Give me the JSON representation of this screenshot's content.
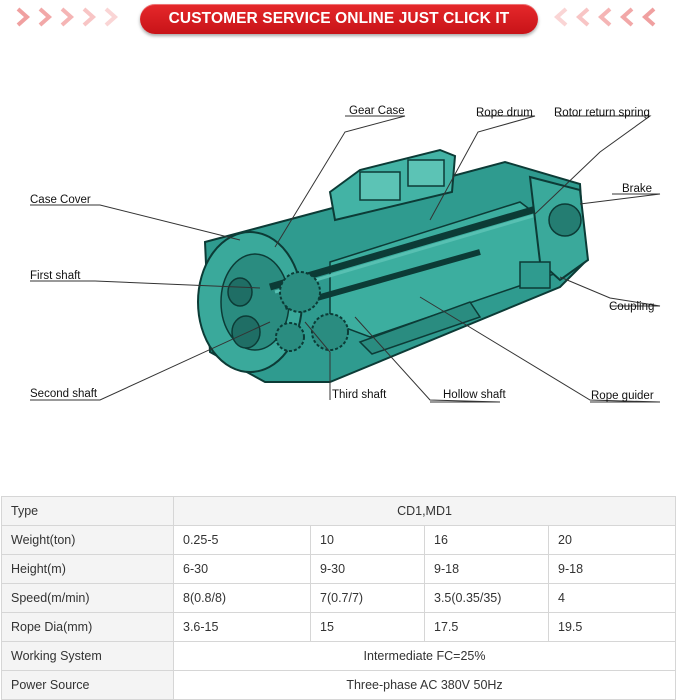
{
  "banner": {
    "cta_label": "CUSTOMER SERVICE ONLINE JUST CLICK IT",
    "chevron_color": "#f2a3a3",
    "button_color": "#d61d22"
  },
  "diagram": {
    "labels": {
      "gear_case": "Gear Case",
      "rope_drum": "Rope drum",
      "rotor_return_spring": "Rotor return spring",
      "brake": "Brake",
      "case_cover": "Case Cover",
      "first_shaft": "First shaft",
      "coupling": "Coupling",
      "second_shaft": "Second shaft",
      "third_shaft": "Third shaft",
      "hollow_shaft": "Hollow shaft",
      "rope_guider": "Rope guider"
    },
    "body_color": "#34a89a"
  },
  "spec_table": {
    "rows": [
      {
        "label": "Type",
        "span": "CD1,MD1"
      },
      {
        "label": "Weight(ton)",
        "cells": [
          "0.25-5",
          "10",
          "16",
          "20"
        ]
      },
      {
        "label": "Height(m)",
        "cells": [
          "6-30",
          "9-30",
          "9-18",
          "9-18"
        ]
      },
      {
        "label": "Speed(m/min)",
        "cells": [
          "8(0.8/8)",
          "7(0.7/7)",
          "3.5(0.35/35)",
          "4"
        ]
      },
      {
        "label": "Rope Dia(mm)",
        "cells": [
          "3.6-15",
          "15",
          "17.5",
          "19.5"
        ]
      },
      {
        "label": "Working System",
        "span": "Intermediate FC=25%"
      },
      {
        "label": "Power Source",
        "span": "Three-phase AC 380V 50Hz"
      }
    ]
  }
}
